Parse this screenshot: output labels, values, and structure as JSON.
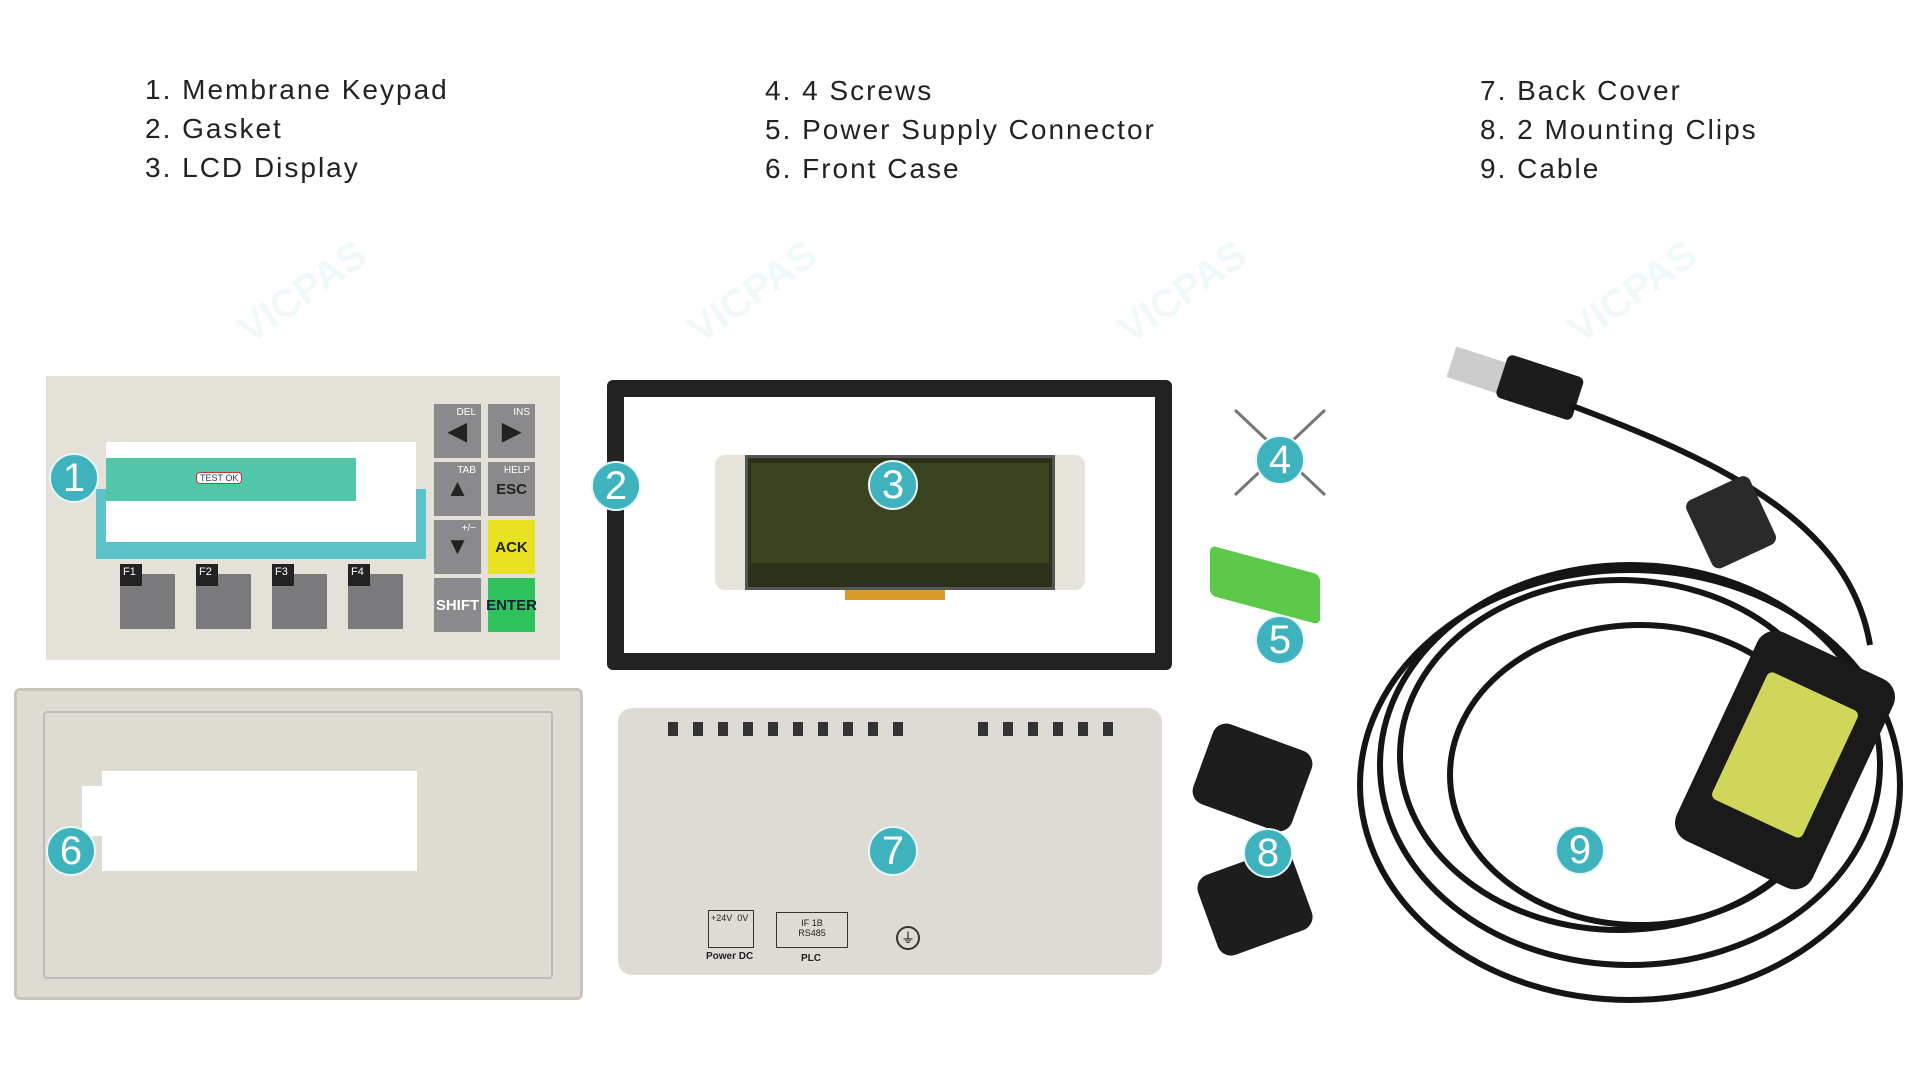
{
  "legend": {
    "col1": [
      "1. Membrane Keypad",
      "2. Gasket",
      "3. LCD Display"
    ],
    "col2": [
      "4. 4 Screws",
      "5. Power Supply Connector",
      "6. Front Case"
    ],
    "col3": [
      "7. Back Cover",
      "8. 2 Mounting Clips",
      "9. Cable"
    ]
  },
  "badges": [
    "1",
    "2",
    "3",
    "4",
    "5",
    "6",
    "7",
    "8",
    "9"
  ],
  "keypad": {
    "flex_label": "TEST OK",
    "function_keys": [
      "F1",
      "F2",
      "F3",
      "F4"
    ],
    "keys": {
      "del": "DEL",
      "ins": "INS",
      "tab": "TAB",
      "help": "HELP",
      "esc": "ESC",
      "plusminus": "+/−",
      "ack": "ACK",
      "shift": "SHIFT",
      "enter": "ENTER"
    }
  },
  "back_cover": {
    "power_terminal": "+24V  0V",
    "power_label": "Power DC",
    "plc_terminal_1": "IF 1B",
    "plc_terminal_2": "RS485",
    "plc_label": "PLC"
  },
  "watermark": "VICPAS",
  "colors": {
    "badge": "#3fb3bd",
    "ack_key": "#e8e221",
    "enter_key": "#2fc25a",
    "connector": "#5cc94a"
  }
}
